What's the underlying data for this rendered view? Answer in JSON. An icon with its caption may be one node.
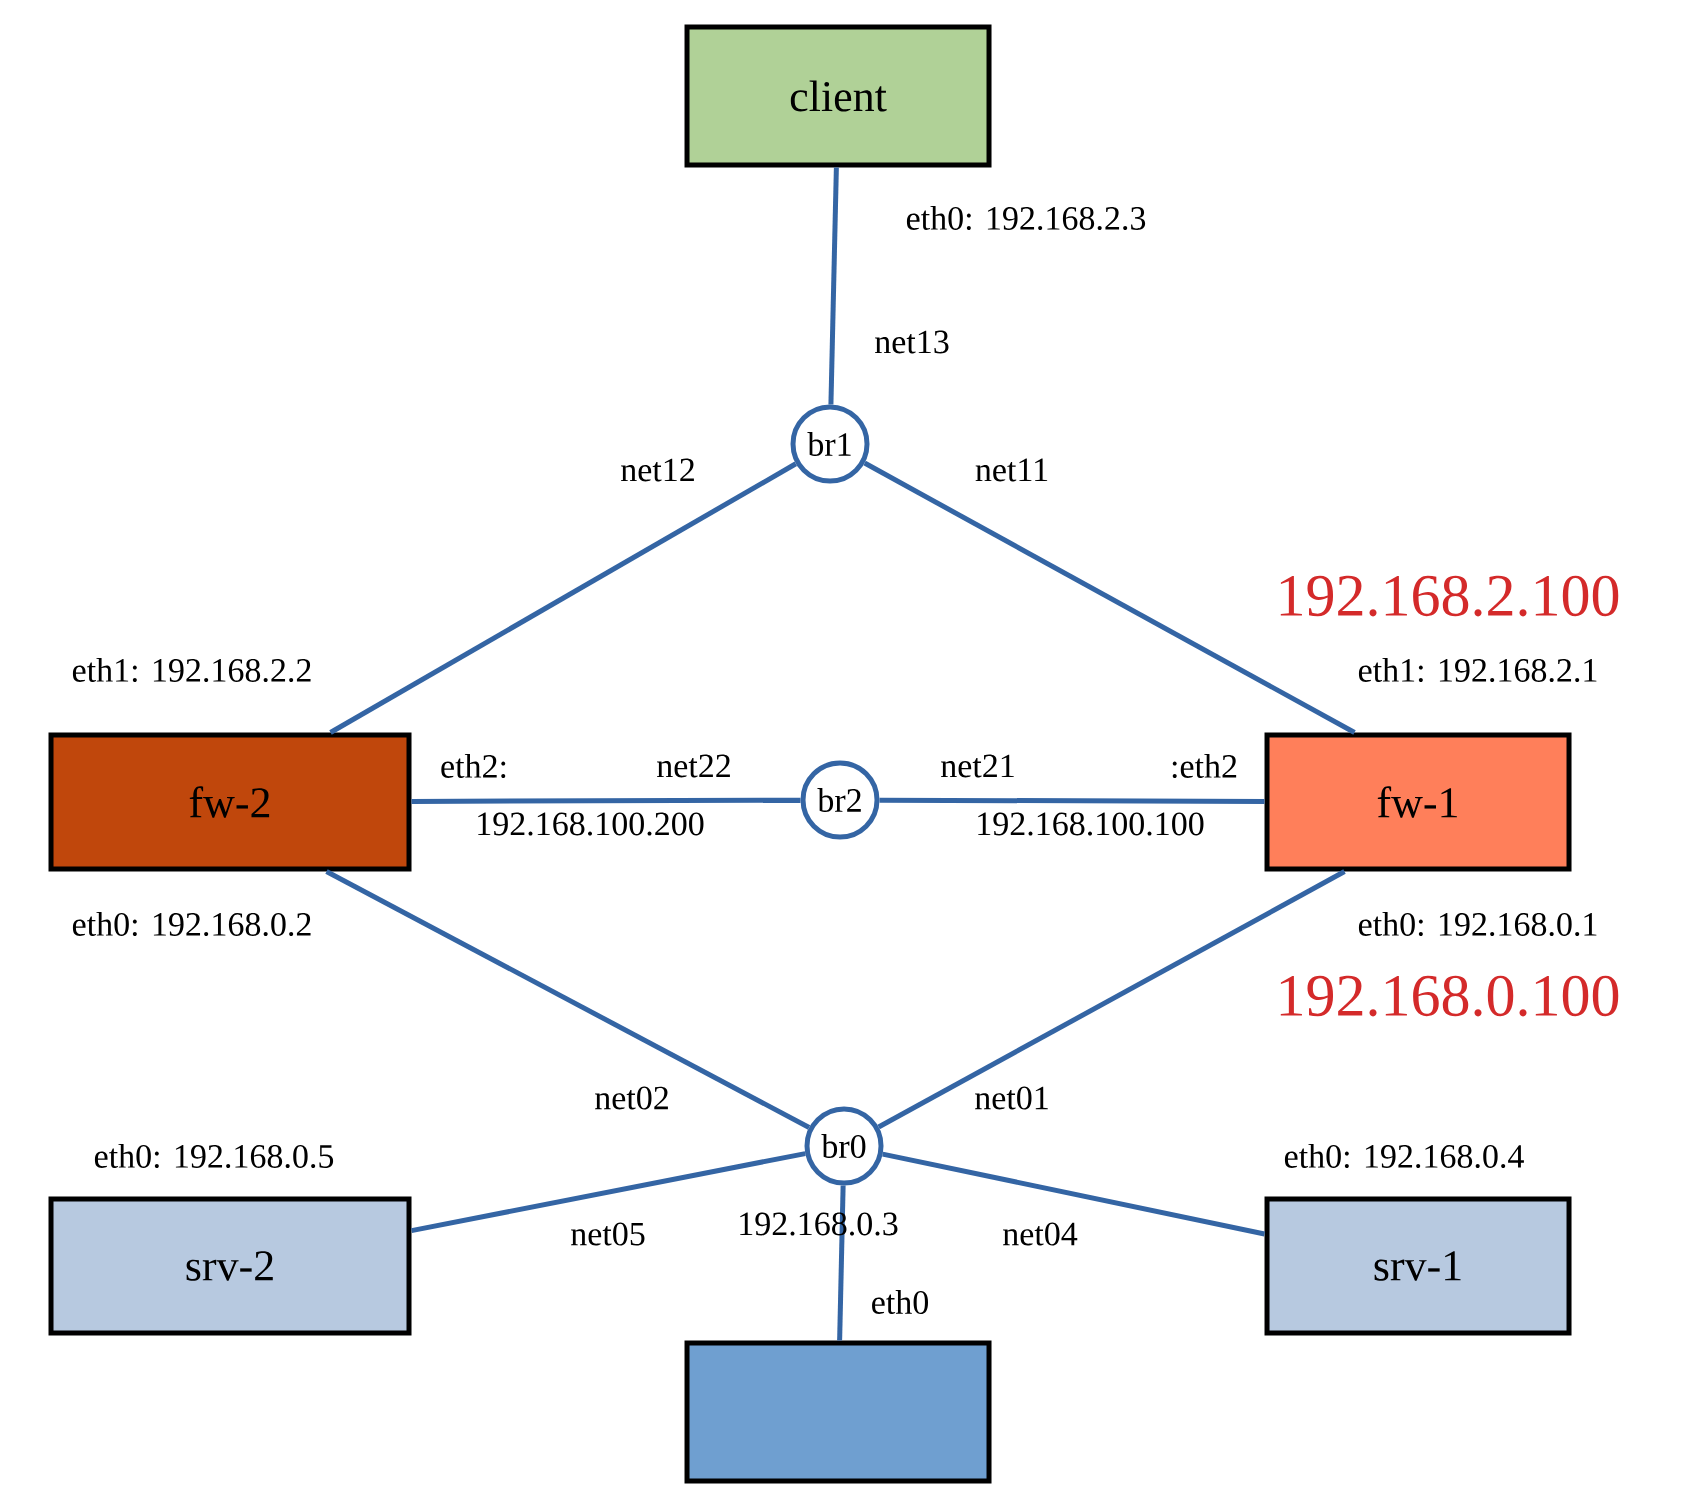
{
  "diagram": {
    "nodes": [
      {
        "text": [
          "client"
        ]
      },
      {
        "text": [
          "br1"
        ]
      },
      {
        "text": [
          "fw-2"
        ]
      },
      {
        "text": [
          "br2"
        ]
      },
      {
        "text": [
          "fw-1"
        ]
      },
      {
        "text": [
          "br0"
        ]
      },
      {
        "text": [
          "srv-2"
        ]
      },
      {
        "text": [
          "srv-1"
        ]
      },
      {
        "text": [],
        "shape": "box"
      }
    ],
    "edges": [
      {
        "from": 0,
        "to": 1,
        "arrow": "none",
        "label": "net13"
      },
      {
        "from": 1,
        "to": 2,
        "arrow": "none",
        "label": "net12"
      },
      {
        "from": 1,
        "to": 4,
        "arrow": "none",
        "label": "net11"
      },
      {
        "from": 2,
        "to": 3,
        "arrow": "none",
        "label": "net22"
      },
      {
        "from": 3,
        "to": 4,
        "arrow": "none",
        "label": "net21"
      },
      {
        "from": 2,
        "to": 5,
        "arrow": "none",
        "label": "net02"
      },
      {
        "from": 4,
        "to": 5,
        "arrow": "none",
        "label": "net01"
      },
      {
        "from": 5,
        "to": 6,
        "arrow": "none",
        "label": "net05"
      },
      {
        "from": 5,
        "to": 7,
        "arrow": "none",
        "label": "net04"
      },
      {
        "from": 5,
        "to": 8,
        "arrow": "none"
      }
    ],
    "labels": [
      "eth0: 192.168.2.3",
      "192.168.2.100",
      "eth1: 192.168.2.2",
      "eth1: 192.168.2.1",
      "eth2:",
      ":eth2",
      "192.168.100.200",
      "192.168.100.100",
      "eth0: 192.168.0.2",
      "eth0: 192.168.0.1",
      "192.168.0.100",
      "eth0: 192.168.0.5",
      "eth0: 192.168.0.4",
      "192.168.0.3",
      "eth0"
    ]
  }
}
